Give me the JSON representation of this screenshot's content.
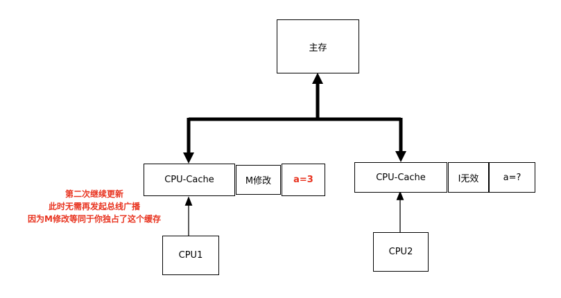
{
  "main_memory": {
    "label": "主存"
  },
  "left": {
    "cache_label": "CPU-Cache",
    "state_label": "M修改",
    "value_label": "a=3",
    "cpu_label": "CPU1"
  },
  "right": {
    "cache_label": "CPU-Cache",
    "state_label": "I无效",
    "value_label": "a=?",
    "cpu_label": "CPU2"
  },
  "annotation": {
    "line1": "第二次继续更新",
    "line2": "此时无需再发起总线广播",
    "line3": "因为M修改等同于你独占了这个缓存"
  },
  "colors": {
    "highlight": "#e8331f",
    "stroke": "#000000"
  }
}
